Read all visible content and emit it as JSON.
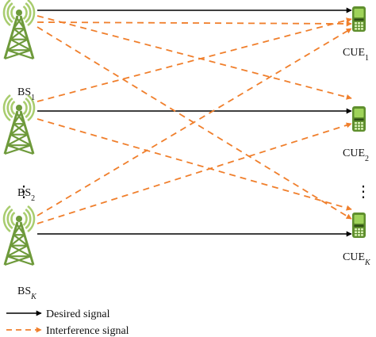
{
  "colors": {
    "desired": "#000000",
    "interference": "#f07f2c",
    "tower": "#6e9a3b",
    "tower_light": "#a8cc6e",
    "phone": "#5f8f2e",
    "phone_screen": "#9fd35a"
  },
  "base_stations": [
    {
      "prefix": "BS",
      "sub": "1"
    },
    {
      "prefix": "BS",
      "sub": "2"
    },
    {
      "prefix": "BS",
      "sub": "K"
    }
  ],
  "users": [
    {
      "prefix": "CUE",
      "sub": "1"
    },
    {
      "prefix": "CUE",
      "sub": "2"
    },
    {
      "prefix": "CUE",
      "sub": "K"
    }
  ],
  "ellipsis": "⋮",
  "legend": {
    "desired": "Desired signal",
    "interference": "Interference signal"
  },
  "links": {
    "desired": [
      [
        0,
        0
      ],
      [
        1,
        1
      ],
      [
        2,
        2
      ]
    ],
    "interference": [
      [
        0,
        1
      ],
      [
        0,
        2
      ],
      [
        0,
        3
      ],
      [
        1,
        0
      ],
      [
        1,
        2
      ],
      [
        1,
        3
      ],
      [
        2,
        0
      ],
      [
        2,
        1
      ],
      [
        3,
        0
      ],
      [
        3,
        1
      ]
    ]
  }
}
